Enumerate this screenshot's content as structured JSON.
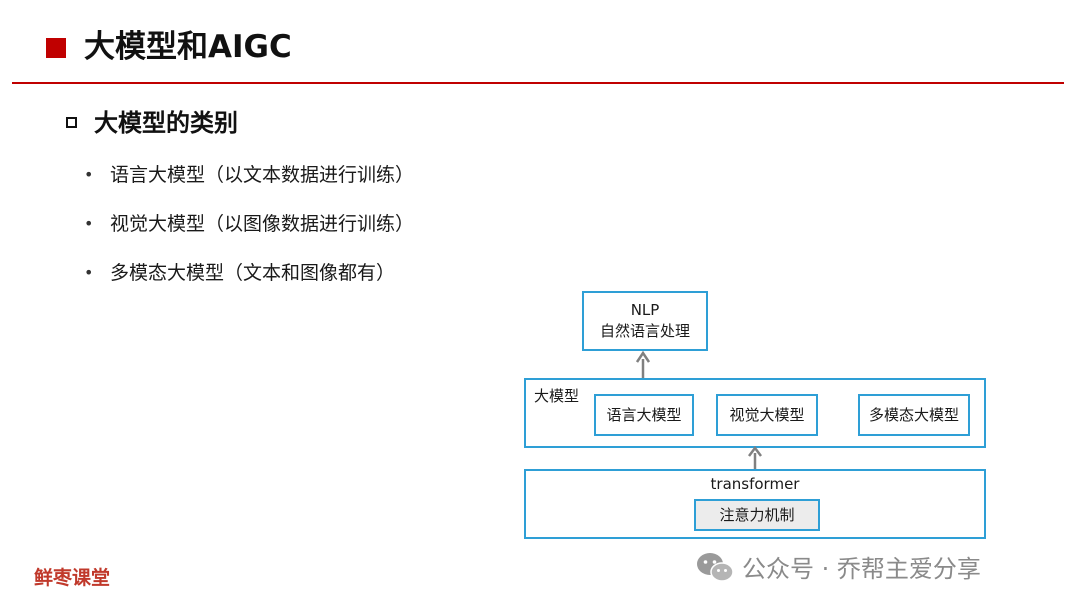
{
  "header": {
    "title": "大模型和AIGC",
    "accent_color": "#c00000"
  },
  "section": {
    "subtitle": "大模型的类别",
    "bullets": [
      "语言大模型（以文本数据进行训练）",
      "视觉大模型（以图像数据进行训练）",
      "多模态大模型（文本和图像都有）"
    ],
    "bullet_glyph": "•"
  },
  "diagram": {
    "border_color": "#2e9fd6",
    "arrow_color": "#808080",
    "top_box": {
      "line1": "NLP",
      "line2": "自然语言处理"
    },
    "middle_box": {
      "label": "大模型",
      "items": [
        "语言大模型",
        "视觉大模型",
        "多模态大模型"
      ]
    },
    "bottom_box": {
      "label": "transformer",
      "item": "注意力机制"
    }
  },
  "footer": {
    "brand": "鲜枣课堂",
    "watermark_icon": "wechat-icon",
    "watermark": "公众号 · 乔帮主爱分享"
  }
}
